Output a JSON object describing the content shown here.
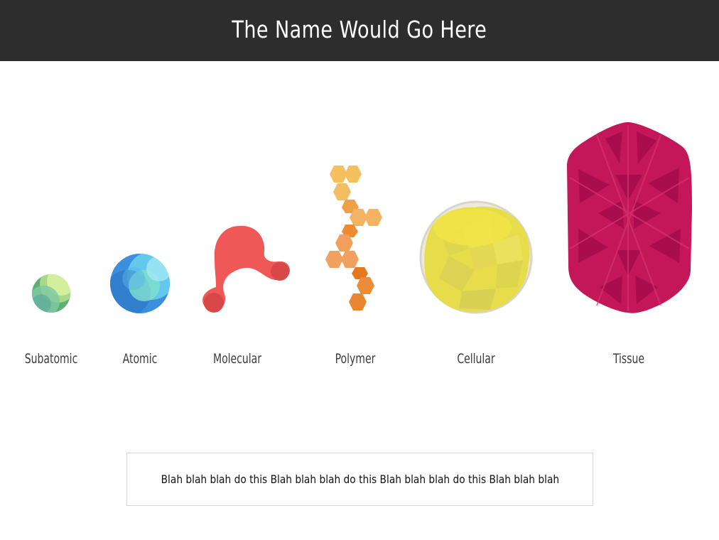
{
  "header": {
    "title": "The Name Would Go Here",
    "background_color": "#2d2d2d"
  },
  "scale_levels": [
    {
      "label": "Subatomic",
      "icon": "subatomic-particle-icon",
      "color": "#6dbf7a"
    },
    {
      "label": "Atomic",
      "icon": "atom-sphere-icon",
      "color": "#3b8fdc"
    },
    {
      "label": "Molecular",
      "icon": "molecule-blob-icon",
      "color": "#ef5a5a"
    },
    {
      "label": "Polymer",
      "icon": "polymer-hexagon-chain-icon",
      "color": "#f09a4a"
    },
    {
      "label": "Cellular",
      "icon": "cell-icon",
      "color": "#e8dc48"
    },
    {
      "label": "Tissue",
      "icon": "tissue-triangle-mesh-icon",
      "color": "#c4185b"
    }
  ],
  "note": {
    "text": "Blah blah blah do this Blah blah blah do this Blah blah blah do this Blah blah blah"
  }
}
